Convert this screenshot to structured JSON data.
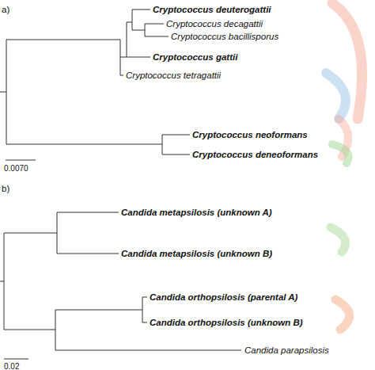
{
  "diagram": {
    "labels": [
      "a)",
      "Cryptococcus deuterogattii",
      "Cryptococcus decagattii",
      "Cryptococcus bacillisporus",
      "Cryptococcus gattii",
      "Cryptococcus tetragattii",
      "Cryptococcus neoformans",
      "Cryptococcus deneoformans",
      "0.0070",
      "b)",
      "Candida metapsilosis (unknown A)",
      "Candida metapsilosis (unknown B)",
      "Candida orthopsilosis (parental A)",
      "Candida orthopsilosis (unknown B)",
      "Candida parapsilosis",
      "0.02"
    ]
  }
}
